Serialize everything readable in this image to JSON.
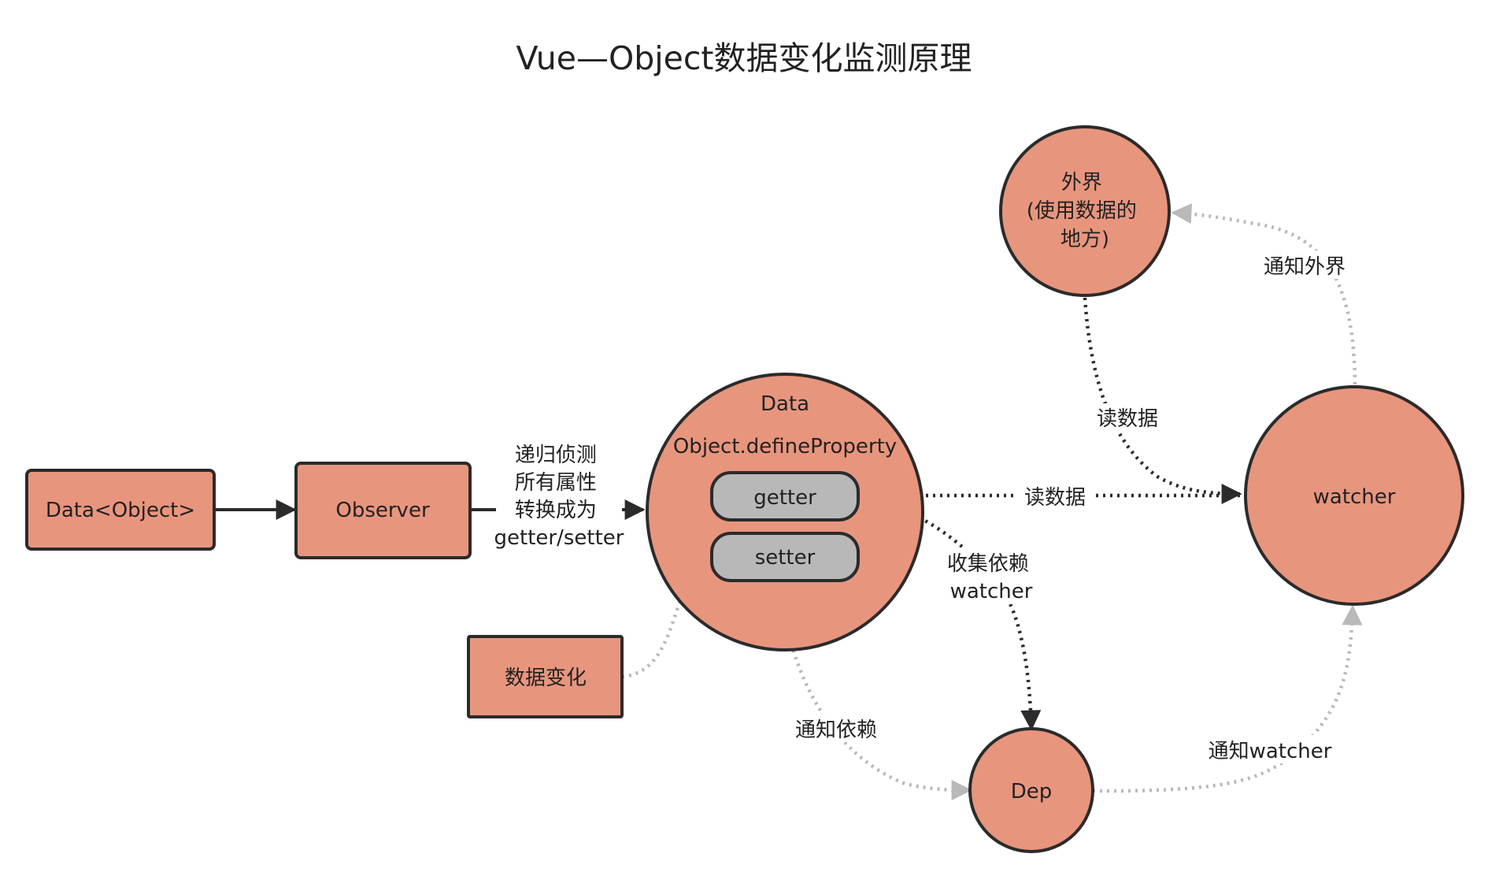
{
  "title": "Vue—Object数据变化监测原理",
  "colors": {
    "node_fill": "#e8957e",
    "pill_fill": "#b8b8b8",
    "stroke": "#2b2b2b",
    "gray_edge": "#b9b9b9"
  },
  "nodes": {
    "data_object": "Data<Object>",
    "observer": "Observer",
    "data_change": "数据变化",
    "data_circle": {
      "title": "Data",
      "subtitle": "Object.defineProperty",
      "getter": "getter",
      "setter": "setter"
    },
    "outside": [
      "外界",
      "(使用数据的",
      "地方)"
    ],
    "watcher": "watcher",
    "dep": "Dep"
  },
  "edges": {
    "convert": [
      "递归侦测",
      "所有属性",
      "转换成为",
      "getter/setter"
    ],
    "read_data_outside": "读数据",
    "read_data_getter": "读数据",
    "notify_outside": "通知外界",
    "collect_deps": [
      "收集依赖",
      "watcher"
    ],
    "notify_deps": "通知依赖",
    "notify_watcher": "通知watcher"
  }
}
